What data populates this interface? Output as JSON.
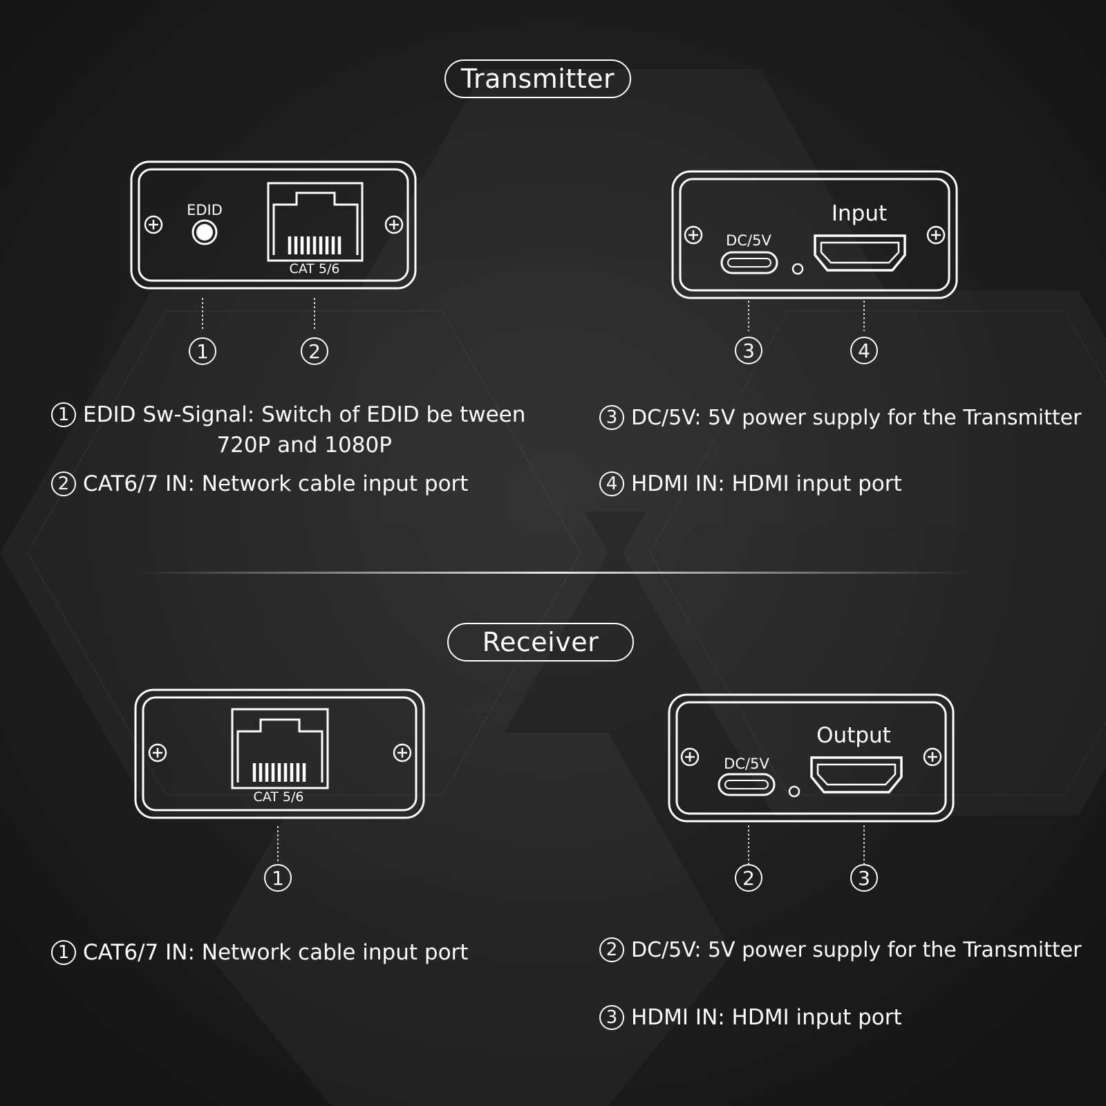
{
  "colors": {
    "background": "#1f1f1f",
    "line": "#ffffff"
  },
  "transmitter": {
    "title": "Transmitter",
    "panel_left": {
      "edid_label": "EDID",
      "rj45_label": "CAT 5/6",
      "callouts": [
        "1",
        "2"
      ]
    },
    "panel_right": {
      "power_label": "DC/5V",
      "hdmi_label": "Input",
      "callouts": [
        "3",
        "4"
      ]
    },
    "legend": [
      {
        "num": "1",
        "text": "EDID Sw-Signal: Switch of EDID be tween",
        "cont": "720P and 1080P"
      },
      {
        "num": "2",
        "text": "CAT6/7 IN: Network cable input port"
      },
      {
        "num": "3",
        "text": "DC/5V: 5V power supply for the Transmitter"
      },
      {
        "num": "4",
        "text": "HDMI IN: HDMI input port"
      }
    ]
  },
  "receiver": {
    "title": "Receiver",
    "panel_left": {
      "rj45_label": "CAT 5/6",
      "callouts": [
        "1"
      ]
    },
    "panel_right": {
      "power_label": "DC/5V",
      "hdmi_label": "Output",
      "callouts": [
        "2",
        "3"
      ]
    },
    "legend": [
      {
        "num": "1",
        "text": "CAT6/7 IN: Network cable input port"
      },
      {
        "num": "2",
        "text": "DC/5V: 5V power supply for the Transmitter"
      },
      {
        "num": "3",
        "text": "HDMI IN: HDMI input port"
      }
    ]
  }
}
